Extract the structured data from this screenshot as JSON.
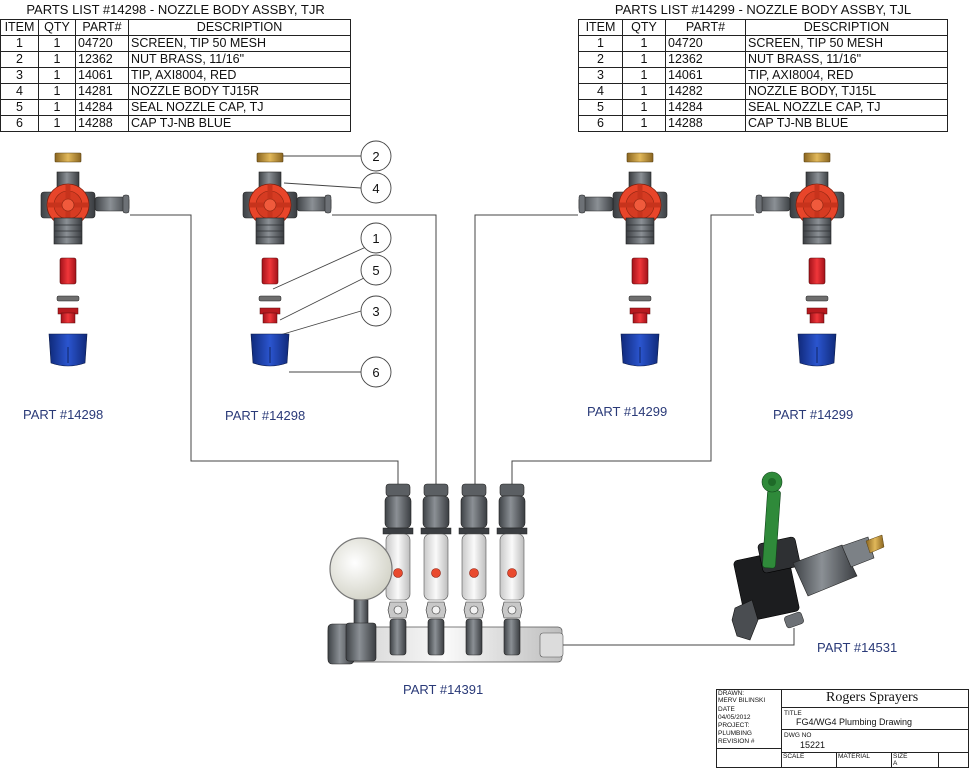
{
  "parts_lists": [
    {
      "title": "PARTS LIST #14298 - NOZZLE BODY ASSBY, TJR",
      "headers": [
        "ITEM",
        "QTY",
        "PART#",
        "DESCRIPTION"
      ],
      "rows": [
        [
          "1",
          "1",
          "04720",
          "SCREEN, TIP 50 MESH"
        ],
        [
          "2",
          "1",
          "12362",
          "NUT BRASS, 11/16\""
        ],
        [
          "3",
          "1",
          "14061",
          "TIP, AXI8004, RED"
        ],
        [
          "4",
          "1",
          "14281",
          "NOZZLE BODY TJ15R"
        ],
        [
          "5",
          "1",
          "14284",
          "SEAL NOZZLE CAP, TJ"
        ],
        [
          "6",
          "1",
          "14288",
          "CAP TJ-NB BLUE"
        ]
      ]
    },
    {
      "title": "PARTS LIST #14299 - NOZZLE BODY ASSBY, TJL",
      "headers": [
        "ITEM",
        "QTY",
        "PART#",
        "DESCRIPTION"
      ],
      "rows": [
        [
          "1",
          "1",
          "04720",
          "SCREEN, TIP 50 MESH"
        ],
        [
          "2",
          "1",
          "12362",
          "NUT BRASS, 11/16\""
        ],
        [
          "3",
          "1",
          "14061",
          "TIP, AXI8004, RED"
        ],
        [
          "4",
          "1",
          "14282",
          "NOZZLE BODY, TJ15L"
        ],
        [
          "5",
          "1",
          "14284",
          "SEAL NOZZLE CAP, TJ"
        ],
        [
          "6",
          "1",
          "14288",
          "CAP TJ-NB BLUE"
        ]
      ]
    }
  ],
  "balloons": [
    "2",
    "4",
    "1",
    "5",
    "3",
    "6"
  ],
  "part_labels": {
    "nozzle_1": "PART #14298",
    "nozzle_2": "PART #14298",
    "nozzle_3": "PART #14299",
    "nozzle_4": "PART #14299",
    "manifold": "PART #14391",
    "valve": "PART #14531"
  },
  "title_block": {
    "drawn_label": "DRAWN:",
    "drawn_by": "MERV BILINSKI",
    "date_label": "DATE",
    "date": "04/05/2012",
    "project_label": "PROJECT:",
    "project": "PLUMBING",
    "revision_label": "REVISION #",
    "company": "Rogers Sprayers",
    "title_label": "TITLE",
    "title": "FG4/WG4 Plumbing Drawing",
    "dwg_no_label": "DWG NO",
    "dwg_no": "15221",
    "scale_label": "SCALE",
    "material_label": "MATERIAL",
    "size_label": "SIZE",
    "size": "A"
  },
  "colors": {
    "label": "#2a3a78",
    "line": "#444444",
    "valve_red": "#e8452a",
    "cap_blue": "#1b3fa8",
    "tip_red": "#e0262a",
    "brass": "#c89a3e",
    "body_gray": "#5b5f63",
    "handle_green": "#2f8a3a"
  }
}
